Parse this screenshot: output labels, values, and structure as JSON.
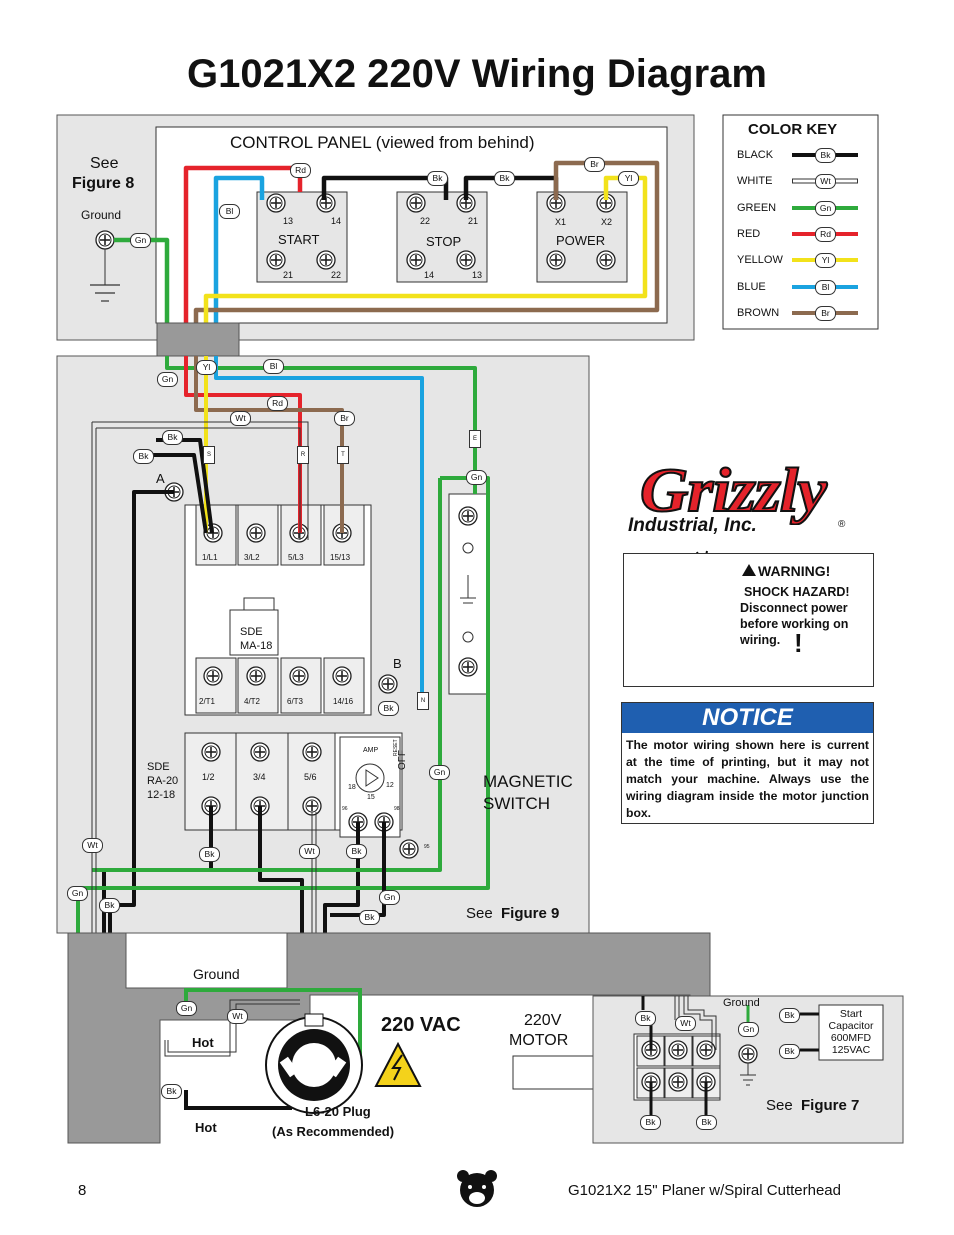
{
  "title": "G1021X2 220V Wiring Diagram",
  "control_panel": {
    "heading": "CONTROL  PANEL (viewed from behind)",
    "see": "See",
    "figure_ref": "Figure 8",
    "ground": "Ground",
    "start": {
      "label": "START",
      "t_top_left": "13",
      "t_top_right": "14",
      "t_bot_left": "21",
      "t_bot_right": "22"
    },
    "stop": {
      "label": "STOP",
      "t_top_left": "22",
      "t_top_right": "21",
      "t_bot_left": "14",
      "t_bot_right": "13"
    },
    "power": {
      "label": "POWER",
      "t_top_left": "X1",
      "t_top_right": "X2"
    }
  },
  "color_key": {
    "heading": "COLOR KEY",
    "rows": [
      {
        "name": "BLACK",
        "code": "Bk",
        "color": "#111111"
      },
      {
        "name": "WHITE",
        "code": "Wt",
        "color": "#ffffff"
      },
      {
        "name": "GREEN",
        "code": "Gn",
        "color": "#2eaa3c"
      },
      {
        "name": "RED",
        "code": "Rd",
        "color": "#e5232b"
      },
      {
        "name": "YELLOW",
        "code": "Yl",
        "color": "#f2e21b"
      },
      {
        "name": "BLUE",
        "code": "Bl",
        "color": "#1aa3e0"
      },
      {
        "name": "BROWN",
        "code": "Br",
        "color": "#8c6a4f"
      }
    ]
  },
  "wire_codes": {
    "bk": "Bk",
    "wt": "Wt",
    "gn": "Gn",
    "rd": "Rd",
    "yl": "Yl",
    "bl": "Bl",
    "br": "Br"
  },
  "magnetic_switch": {
    "label_line1": "MAGNETIC",
    "label_line2": "SWITCH",
    "see": "See",
    "figure_ref": "Figure 9",
    "point_a": "A",
    "point_b": "B",
    "contactor": {
      "model_line1": "SDE",
      "model_line2": "MA-18",
      "t1": "1/L1",
      "t2": "3/L2",
      "t3": "5/L3",
      "t4": "15/13",
      "b1": "2/T1",
      "b2": "4/T2",
      "b3": "6/T3",
      "b4": "14/16"
    },
    "relay": {
      "line1": "SDE",
      "line2": "RA-20",
      "line3": "12-18",
      "t1": "1/2",
      "t2": "3/4",
      "t3": "5/6",
      "amp": "AMP",
      "off": "OFF",
      "reset": "RESET",
      "d18": "18",
      "d12": "12",
      "d15": "15",
      "n96": "96",
      "n98": "98",
      "n95": "95"
    },
    "tags": {
      "s": "S",
      "r": "R",
      "t": "T",
      "e": "E",
      "n": "N"
    }
  },
  "brand": {
    "name": "Grizzly",
    "sub": "Industrial, Inc.",
    "reg": "®"
  },
  "warning": {
    "banner": "WARNING!",
    "title": "SHOCK HAZARD!",
    "line1": "Disconnect power",
    "line2": "before working on",
    "line3": "wiring.",
    "mark": "!"
  },
  "notice": {
    "heading": "NOTICE",
    "text": "The motor wiring shown here is current at the time of printing, but it may not match your machine. Always use the wiring diagram inside the motor junction box."
  },
  "plug": {
    "ground": "Ground",
    "hot1": "Hot",
    "hot2": "Hot",
    "vac": "220 VAC",
    "plug_line1": "L6-20 Plug",
    "plug_line2": "(As Recommended)"
  },
  "motor": {
    "label_line1": "220V",
    "label_line2": "MOTOR",
    "ground": "Ground",
    "cap_line1": "Start",
    "cap_line2": "Capacitor",
    "cap_line3": "600MFD",
    "cap_line4": "125VAC",
    "see": "See",
    "figure_ref": "Figure 7"
  },
  "footer": {
    "page": "8",
    "product": "G1021X2 15\" Planer w/Spiral Cutterhead"
  }
}
